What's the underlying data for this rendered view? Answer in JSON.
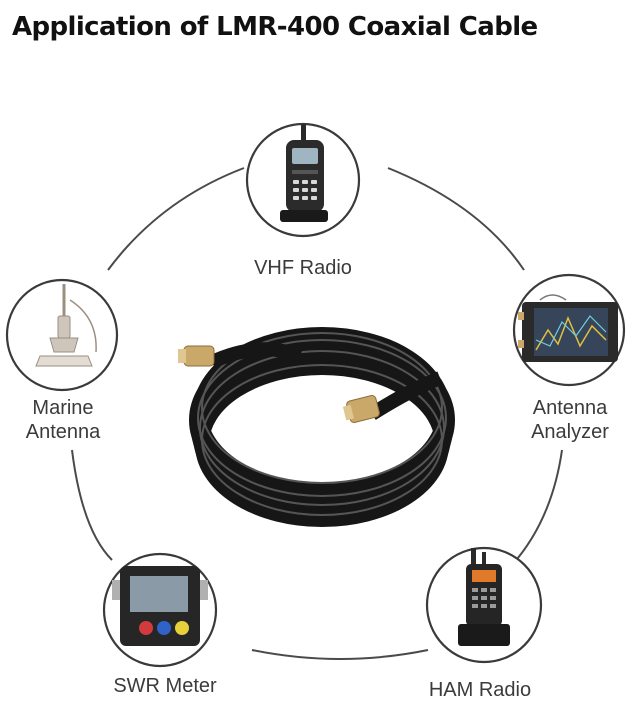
{
  "title": "Application of LMR-400 Coaxial Cable",
  "center": {
    "icon": "coiled-coaxial-cable-icon"
  },
  "nodes": {
    "vhf_radio": {
      "label": "VHF Radio",
      "icon": "vhf-radio-icon"
    },
    "marine_antenna": {
      "label_lines": [
        "Marine",
        "Antenna"
      ],
      "icon": "marine-antenna-icon"
    },
    "antenna_analyzer": {
      "label_lines": [
        "Antenna",
        "Analyzer"
      ],
      "icon": "antenna-analyzer-icon"
    },
    "swr_meter": {
      "label": "SWR Meter",
      "icon": "swr-meter-icon"
    },
    "ham_radio": {
      "label": "HAM Radio",
      "icon": "ham-radio-icon"
    }
  },
  "colors": {
    "ring": "#444444",
    "cable": "#1b1b1b",
    "connector": "#c9a86a"
  }
}
